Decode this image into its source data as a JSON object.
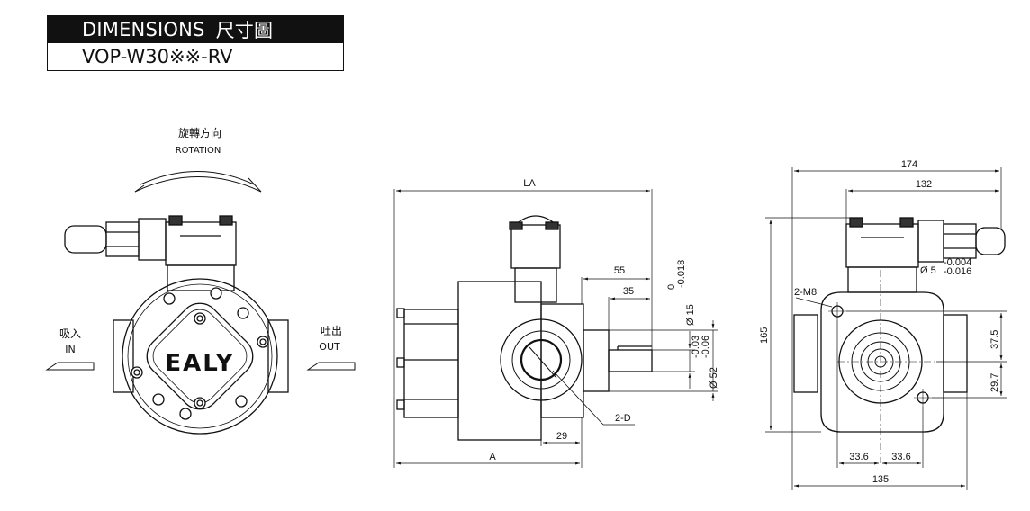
{
  "header": {
    "title_en": "DIMENSIONS",
    "title_zh": "尺寸圖",
    "model": "VOP-W30※※-RV"
  },
  "front_view": {
    "rotation_zh": "旋轉方向",
    "rotation_en": "ROTATION",
    "in_zh": "吸入",
    "in_en": "IN",
    "out_zh": "吐出",
    "out_en": "OUT",
    "logo": "EALY"
  },
  "side_view": {
    "dim_LA": "LA",
    "dim_A": "A",
    "dim_55": "55",
    "dim_35": "35",
    "dim_29": "29",
    "dim_shaft": "Ø 15",
    "tol_shaft_upper": "0",
    "tol_shaft_lower": "-0.018",
    "dim_pilot": "Ø 52",
    "tol_pilot_upper": "-0.03",
    "tol_pilot_lower": "-0.06",
    "port_label": "2-D"
  },
  "rear_view": {
    "dim_174": "174",
    "dim_132": "132",
    "dim_165": "165",
    "dim_135": "135",
    "dim_33_6_left": "33.6",
    "dim_33_6_right": "33.6",
    "dim_37_5": "37.5",
    "dim_29_7": "29.7",
    "bore": "Ø 5",
    "tol_bore_upper": "-0.004",
    "tol_bore_lower": "-0.016",
    "thread_label": "2-M8"
  },
  "colors": {
    "line": "#111111",
    "body_fill": "#ffffff",
    "header_bg": "#111111"
  }
}
